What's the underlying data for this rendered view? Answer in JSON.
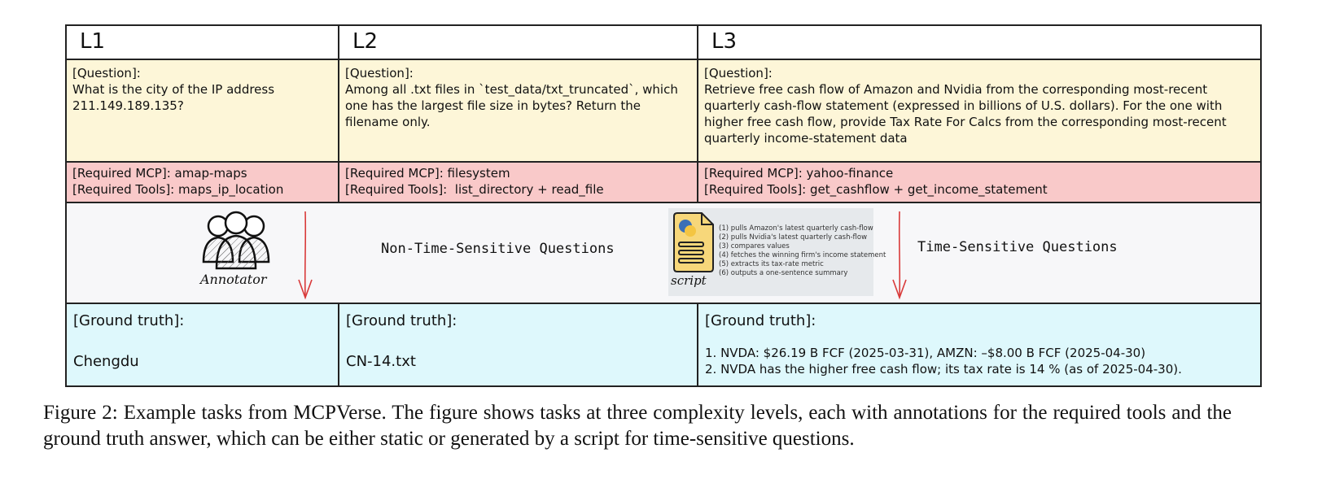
{
  "columns": [
    "L1",
    "L2",
    "L3"
  ],
  "questions": {
    "label": "[Question]:",
    "items": [
      "What is the city of the IP address 211.149.189.135?",
      "Among all .txt files in `test_data/txt_truncated`, which one has the largest file size in bytes? Return the filename only.",
      "Retrieve free cash flow of Amazon and Nvidia from the corresponding most-recent quarterly cash-flow statement (expressed in billions of U.S. dollars). For the one with higher free cash flow, provide Tax Rate For Calcs from the corresponding most-recent quarterly income-statement data"
    ]
  },
  "requirements": [
    {
      "mcp": "[Required MCP]: amap-maps",
      "tools": "[Required Tools]: maps_ip_location"
    },
    {
      "mcp": "[Required MCP]: filesystem",
      "tools": "[Required Tools]:  list_directory + read_file"
    },
    {
      "mcp": "[Required MCP]: yahoo-finance",
      "tools": "[Required Tools]: get_cashflow + get_income_statement"
    }
  ],
  "middle": {
    "annotator_label": "Annotator",
    "non_time_sensitive": "Non-Time-Sensitive Questions",
    "time_sensitive": "Time-Sensitive Questions",
    "script_label": "script",
    "script_steps": [
      "(1) pulls Amazon's latest quarterly cash-flow",
      "(2) pulls Nvidia's latest quarterly cash-flow",
      "(3) compares values",
      "(4) fetches the winning firm's income statement",
      "(5) extracts its tax-rate metric",
      "(6) outputs a one-sentence summary"
    ],
    "arrow_color": "#d93a3a",
    "script_icon_color": "#f7d77a"
  },
  "ground_truth": {
    "label": "[Ground truth]:",
    "l1": "Chengdu",
    "l2": "CN-14.txt",
    "l3": [
      "1. NVDA: $26.19 B FCF (2025-03-31), AMZN: –$8.00 B FCF (2025-04-30)",
      "2. NVDA has the higher free cash flow; its tax rate is 14 % (as of 2025-04-30)."
    ]
  },
  "colors": {
    "question_bg": "#fdf6d8",
    "mcp_bg": "#f9c9c9",
    "middle_bg": "#f7f7f9",
    "ground_truth_bg": "#def8fc"
  },
  "caption": "Figure 2: Example tasks from MCPVerse. The figure shows tasks at three complexity levels, each with annotations for the required tools and the ground truth answer, which can be either static or generated by a script for time-sensitive questions."
}
